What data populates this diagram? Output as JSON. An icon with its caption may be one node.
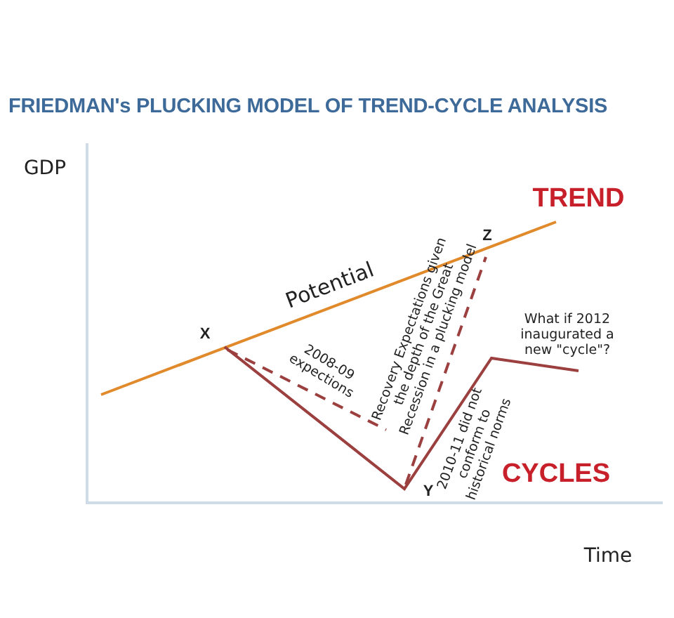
{
  "diagram": {
    "title": "FRIEDMAN's PLUCKING MODEL OF TREND-CYCLE ANALYSIS",
    "labels": [
      "GDP",
      "TREND",
      "Potential",
      "X",
      "Z",
      "Recovery Expectations given the depth of the Great Recession in a plucking model",
      "What if 2012 inaugurated a new \"cycle\"?",
      "2008-09 expections",
      "2010-11 did not conform to historical norms",
      "Y",
      "CYCLES",
      "Time"
    ]
  }
}
